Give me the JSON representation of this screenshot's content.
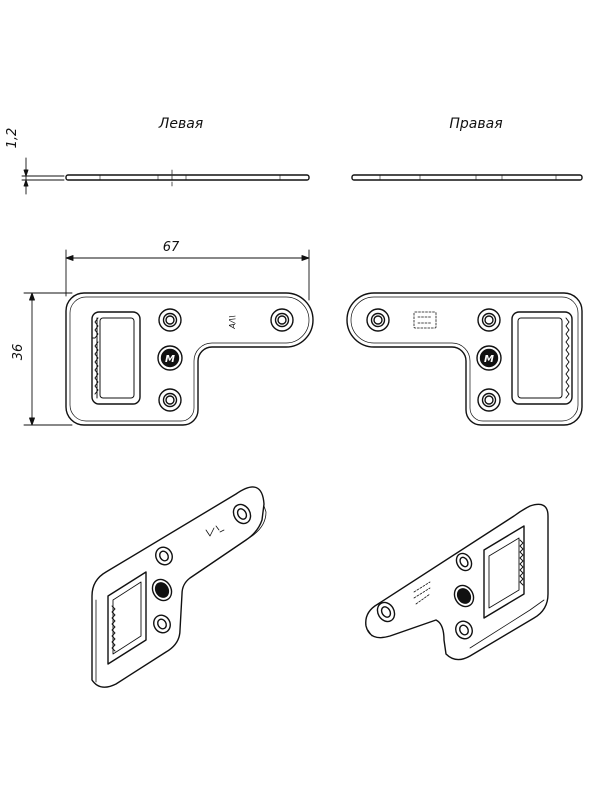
{
  "views": {
    "left_label": "Левая",
    "right_label": "Правая"
  },
  "dimensions": {
    "thickness": "1,2",
    "width": "67",
    "height": "36"
  },
  "markings": {
    "logo_letter": "M",
    "stamp_left": "A/\\\\",
    "stamp_right": "=="
  },
  "colors": {
    "line": "#111111",
    "background": "#ffffff"
  }
}
